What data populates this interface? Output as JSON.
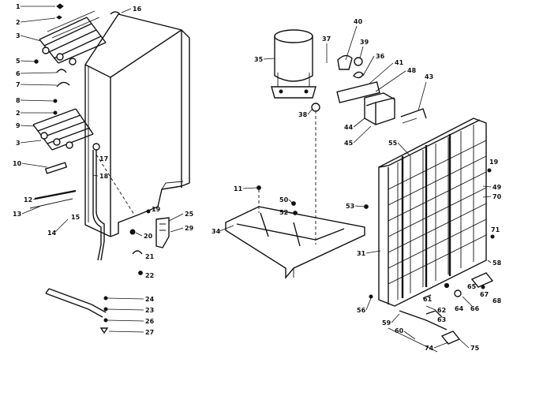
{
  "labels": {
    "l1": "1",
    "l2a": "2",
    "l3a": "3",
    "l5": "5",
    "l6": "6",
    "l7": "7",
    "l8": "8",
    "l2b": "2",
    "l9": "9",
    "l3b": "3",
    "l10": "10",
    "l12": "12",
    "l13": "13",
    "l14": "14",
    "l15": "15",
    "l16": "16",
    "l17": "17",
    "l18": "18",
    "l19a": "19",
    "l20": "20",
    "l21": "21",
    "l22": "22",
    "l25": "25",
    "l29": "29",
    "l24": "24",
    "l23": "23",
    "l26": "26",
    "l27": "27",
    "l35": "35",
    "l37": "37",
    "l40": "40",
    "l39": "39",
    "l36": "36",
    "l41": "41",
    "l48": "48",
    "l43": "43",
    "l38": "38",
    "l44": "44",
    "l45": "45",
    "l55": "55",
    "l11": "11",
    "l50": "50",
    "l52": "52",
    "l53": "53",
    "l34": "34",
    "l31": "31",
    "l19b": "19",
    "l49": "49",
    "l70": "70",
    "l71": "71",
    "l58": "58",
    "l65": "65",
    "l67": "67",
    "l68": "68",
    "l66": "66",
    "l64": "64",
    "l62": "62",
    "l63": "63",
    "l56": "56",
    "l59": "59",
    "l60": "60",
    "l74": "74",
    "l75": "75",
    "l61": "61"
  }
}
